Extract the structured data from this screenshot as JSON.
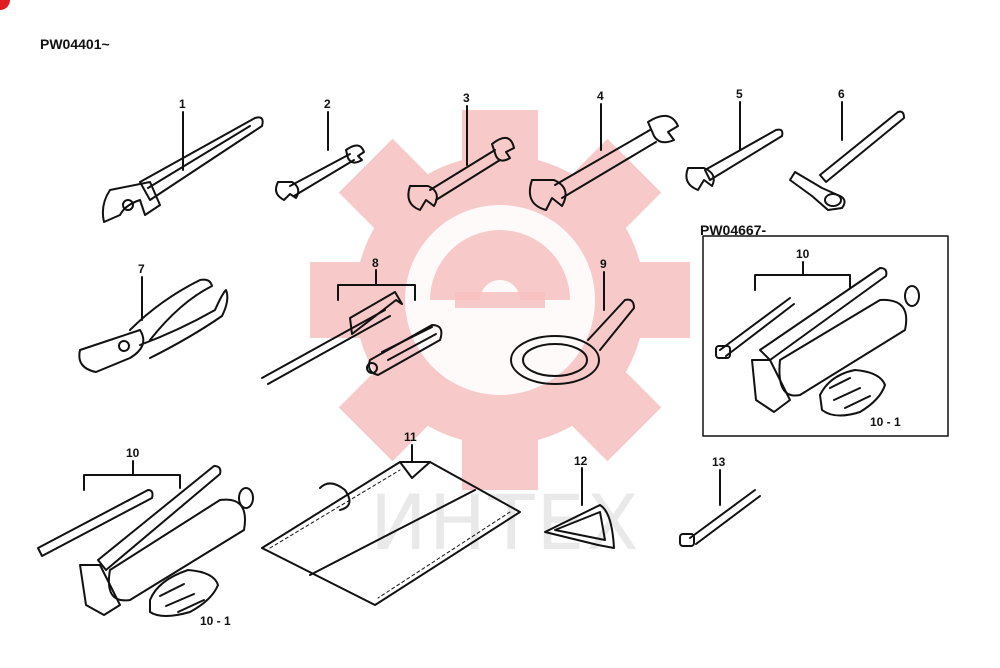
{
  "diagram": {
    "serial_main": "PW04401~",
    "serial_inset": "PW04667-",
    "watermark_text": "ИНТЕХ",
    "parts": [
      {
        "no": "1"
      },
      {
        "no": "2"
      },
      {
        "no": "3"
      },
      {
        "no": "4"
      },
      {
        "no": "5"
      },
      {
        "no": "6"
      },
      {
        "no": "7"
      },
      {
        "no": "8"
      },
      {
        "no": "9"
      },
      {
        "no": "10"
      },
      {
        "no": "11"
      },
      {
        "no": "12"
      },
      {
        "no": "13"
      }
    ],
    "sub_part_label": "10 - 1"
  },
  "colors": {
    "watermark": "#f5b3b3",
    "ink": "#111111",
    "corner_badge": "#e31b23"
  }
}
